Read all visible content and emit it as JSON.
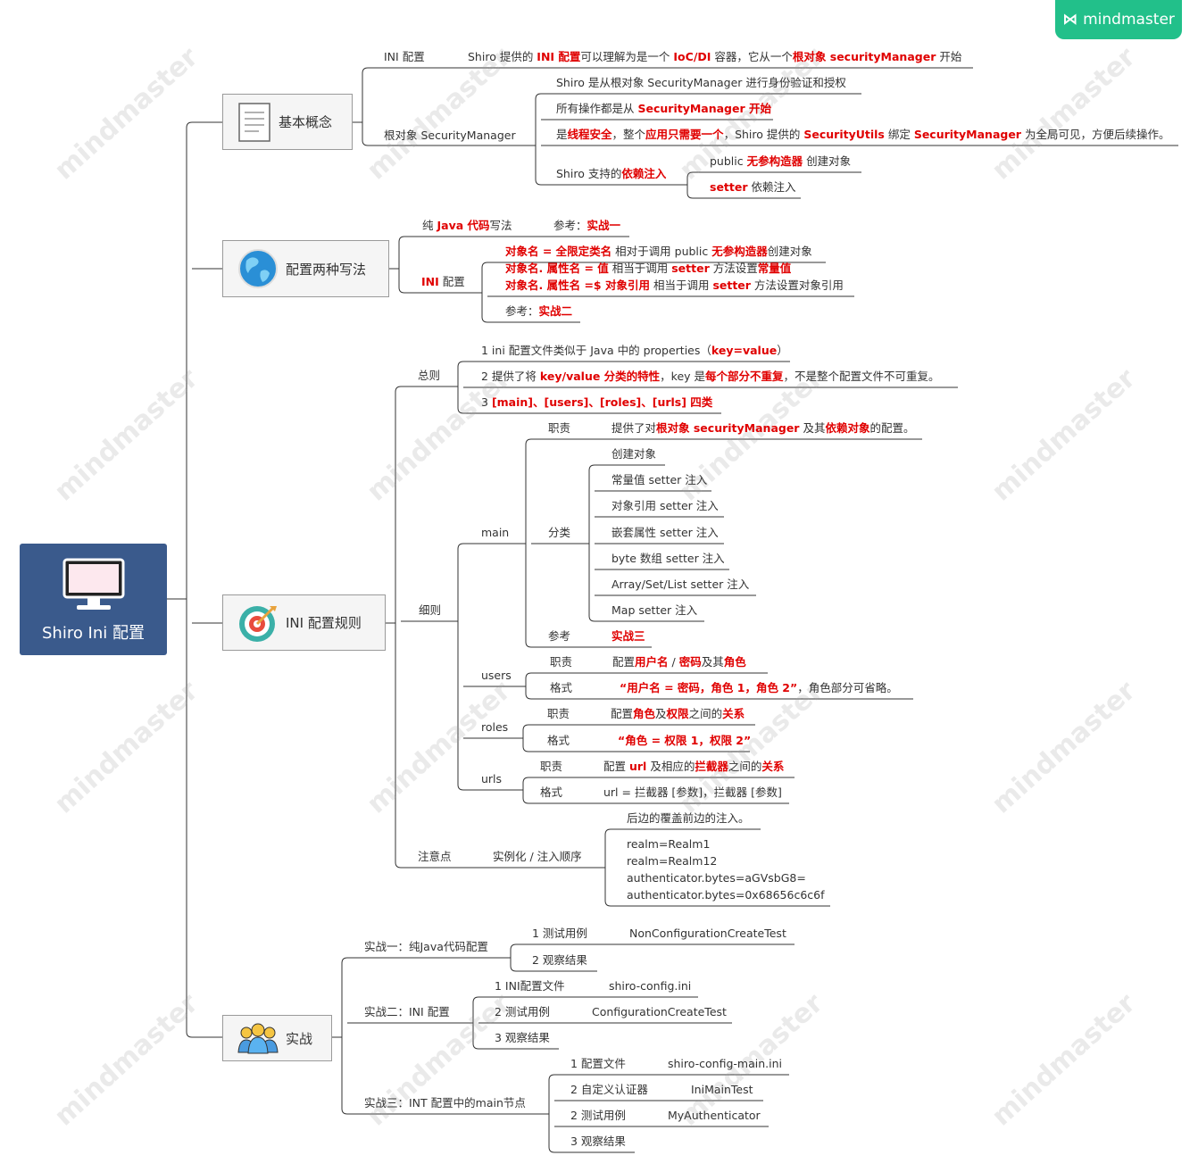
{
  "brand": {
    "name": "mindmaster"
  },
  "watermark": "mindmaster",
  "root": {
    "label": "Shiro Ini 配置",
    "icon": "monitor-icon"
  },
  "nodes": {
    "basic": {
      "label": "基本概念",
      "icon": "document-icon"
    },
    "two_ways": {
      "label": "配置两种写法",
      "icon": "globe-icon"
    },
    "rules": {
      "label": "INI 配置规则",
      "icon": "target-icon"
    },
    "practice": {
      "label": "实战",
      "icon": "people-icon"
    }
  },
  "items": [
    {
      "key": "ini_cfg",
      "html": "INI 配置"
    },
    {
      "key": "ini_desc",
      "html": "Shiro 提供的 <b>INI 配置</b>可以理解为是一个 <b>IoC/DI</b> 容器，它从一个<b>根对象 securityManager</b> 开始"
    },
    {
      "key": "root_sm",
      "html": "根对象 SecurityManager"
    },
    {
      "key": "sm1",
      "html": "Shiro 是从根对象 SecurityManager 进行身份验证和授权"
    },
    {
      "key": "sm2",
      "html": "所有操作都是从 <b>SecurityManager 开始</b>"
    },
    {
      "key": "sm3",
      "html": "是<b>线程安全</b>，整个<b>应用只需要一个</b>，Shiro 提供的 <b>SecurityUtils</b> 绑定 <b>SecurityManager</b> 为全局可见，方便后续操作。"
    },
    {
      "key": "sm4",
      "html": "Shiro 支持的<b>依赖注入</b>"
    },
    {
      "key": "sm4a",
      "html": "public <b>无参构造器</b> 创建对象"
    },
    {
      "key": "sm4b",
      "html": "<b>setter</b> 依赖注入"
    },
    {
      "key": "pure_java",
      "html": "纯 <b>Java 代码</b>写法"
    },
    {
      "key": "pure_ref",
      "html": "参考：<b>实战一</b>"
    },
    {
      "key": "ini2",
      "html": "<b>INI</b> 配置"
    },
    {
      "key": "ini2a",
      "html": "<b>对象名 = 全限定类名</b> 相对于调用 public <b>无参构造器</b>创建对象"
    },
    {
      "key": "ini2b",
      "html": "<b>对象名. 属性名 = 值</b> 相当于调用 <b>setter</b> 方法设置<b>常量值</b>"
    },
    {
      "key": "ini2c",
      "html": "<b>对象名. 属性名 =$ 对象引用</b> 相当于调用 <b>setter</b> 方法设置对象引用"
    },
    {
      "key": "ini2ref",
      "html": "参考：<b>实战二</b>"
    },
    {
      "key": "general",
      "html": "总则"
    },
    {
      "key": "g1",
      "html": "1 ini 配置文件类似于 Java 中的 properties（<b>key=value</b>）"
    },
    {
      "key": "g2",
      "html": "2 提供了将 <b>key/value 分类的特性</b>，key 是<b>每个部分不重复</b>，不是整个配置文件不可重复。"
    },
    {
      "key": "g3",
      "html": "3 <b>[main]、[users]、[roles]、[urls] 四类</b>"
    },
    {
      "key": "detail",
      "html": "细则"
    },
    {
      "key": "main",
      "html": "main"
    },
    {
      "key": "m_duty",
      "html": "职责"
    },
    {
      "key": "m_duty_d",
      "html": "提供了对<b>根对象 securityManager</b> 及其<b>依赖对象</b>的配置。"
    },
    {
      "key": "m_cat",
      "html": "分类"
    },
    {
      "key": "c1",
      "html": "创建对象"
    },
    {
      "key": "c2",
      "html": "常量值 setter 注入"
    },
    {
      "key": "c3",
      "html": "对象引用 setter 注入"
    },
    {
      "key": "c4",
      "html": "嵌套属性 setter 注入"
    },
    {
      "key": "c5",
      "html": "byte 数组 setter 注入"
    },
    {
      "key": "c6",
      "html": "Array/Set/List setter 注入"
    },
    {
      "key": "c7",
      "html": "Map setter 注入"
    },
    {
      "key": "m_ref",
      "html": "参考"
    },
    {
      "key": "m_ref_d",
      "html": "<b>实战三</b>"
    },
    {
      "key": "users",
      "html": "users"
    },
    {
      "key": "u_duty",
      "html": "职责"
    },
    {
      "key": "u_duty_d",
      "html": "配置<b>用户名</b> / <b>密码</b>及其<b>角色</b>"
    },
    {
      "key": "u_fmt",
      "html": "格式"
    },
    {
      "key": "u_fmt_d",
      "html": "<b>“用户名 = 密码，角色 1，角色 2”</b>，角色部分可省略。"
    },
    {
      "key": "roles",
      "html": "roles"
    },
    {
      "key": "r_duty",
      "html": "职责"
    },
    {
      "key": "r_duty_d",
      "html": "配置<b>角色</b>及<b>权限</b>之间的<b>关系</b>"
    },
    {
      "key": "r_fmt",
      "html": "格式"
    },
    {
      "key": "r_fmt_d",
      "html": "<b>“角色 = 权限 1，权限 2”</b>"
    },
    {
      "key": "urls",
      "html": "urls"
    },
    {
      "key": "url_duty",
      "html": "职责"
    },
    {
      "key": "url_duty_d",
      "html": "配置 <b>url</b> 及相应的<b>拦截器</b>之间的<b>关系</b>"
    },
    {
      "key": "url_fmt",
      "html": "格式"
    },
    {
      "key": "url_fmt_d",
      "html": "url = 拦截器 [参数]，拦截器 [参数]"
    },
    {
      "key": "notes",
      "html": "注意点"
    },
    {
      "key": "order",
      "html": "实例化 / 注入顺序"
    },
    {
      "key": "o1",
      "html": "后边的覆盖前边的注入。"
    },
    {
      "key": "o2a",
      "html": "realm=Realm1"
    },
    {
      "key": "o2b",
      "html": "realm=Realm12"
    },
    {
      "key": "o2c",
      "html": "authenticator.bytes=aGVsbG8="
    },
    {
      "key": "o2d",
      "html": "authenticator.bytes=0x68656c6c6f"
    },
    {
      "key": "p1",
      "html": "实战一：纯Java代码配置"
    },
    {
      "key": "p1a",
      "html": "1 测试用例"
    },
    {
      "key": "p1a_v",
      "html": "NonConfigurationCreateTest"
    },
    {
      "key": "p1b",
      "html": "2 观察结果"
    },
    {
      "key": "p2",
      "html": "实战二：INI 配置"
    },
    {
      "key": "p2a",
      "html": "1 INI配置文件"
    },
    {
      "key": "p2a_v",
      "html": "shiro-config.ini"
    },
    {
      "key": "p2b",
      "html": "2 测试用例"
    },
    {
      "key": "p2b_v",
      "html": "ConfigurationCreateTest"
    },
    {
      "key": "p2c",
      "html": "3 观察结果"
    },
    {
      "key": "p3",
      "html": "实战三：INT 配置中的main节点"
    },
    {
      "key": "p3a",
      "html": "1 配置文件"
    },
    {
      "key": "p3a_v",
      "html": "shiro-config-main.ini"
    },
    {
      "key": "p3b",
      "html": "2 自定义认证器"
    },
    {
      "key": "p3b_v",
      "html": "IniMainTest"
    },
    {
      "key": "p3c",
      "html": "2 测试用例"
    },
    {
      "key": "p3c_v",
      "html": "MyAuthenticator"
    },
    {
      "key": "p3d",
      "html": "3 观察结果"
    }
  ]
}
